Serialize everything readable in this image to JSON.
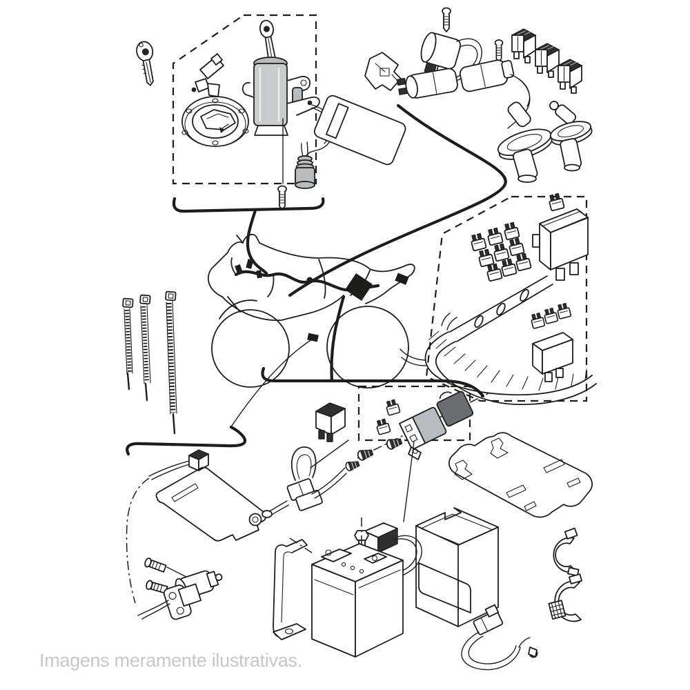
{
  "page": {
    "background_color": "#ffffff",
    "caption": {
      "text": "Imagens meramente ilustrativas.",
      "color": "#c5c7c9"
    }
  },
  "diagram": {
    "kind": "exploded-parts-line-illustration",
    "subject": "motorcycle electrical parts kit",
    "ink_color": "#1d1d1b",
    "shade_color": "#b9bcbe",
    "dark_fill_color": "#2f2f2f",
    "parts": [
      {
        "id": "spare-key",
        "label": "spare key"
      },
      {
        "id": "lock-set-callout",
        "label": "lock set dashed callout box"
      },
      {
        "id": "seat-lock",
        "label": "seat lock"
      },
      {
        "id": "fuel-filler-cap",
        "label": "fuel filler cap"
      },
      {
        "id": "ignition-switch",
        "label": "ignition switch with key"
      },
      {
        "id": "resistor-plug",
        "label": "resistor plug"
      },
      {
        "id": "screw",
        "label": "screw"
      },
      {
        "id": "coil-bracket",
        "label": "coil bracket"
      },
      {
        "id": "ignition-coils",
        "label": "ignition coils"
      },
      {
        "id": "relays",
        "label": "relays"
      },
      {
        "id": "spark-plug-caps",
        "label": "spark plug caps"
      },
      {
        "id": "label-plate",
        "label": "label plate"
      },
      {
        "id": "fuse-box-callout",
        "label": "fuse box dashed callout box"
      },
      {
        "id": "blade-fuses",
        "label": "blade fuses"
      },
      {
        "id": "main-fuse-box",
        "label": "main fuse box"
      },
      {
        "id": "sub-fuse-holder",
        "label": "sub fuse holder"
      },
      {
        "id": "wiring-harness",
        "label": "wiring harness"
      },
      {
        "id": "motorcycle",
        "label": "motorcycle outline"
      },
      {
        "id": "cable-ties",
        "label": "cable ties"
      },
      {
        "id": "relay-callout",
        "label": "relay assembly dashed callout box"
      },
      {
        "id": "starter-relay",
        "label": "starter relay assembly"
      },
      {
        "id": "rubber-mounts",
        "label": "rubber mount bolts"
      },
      {
        "id": "flasher-relay",
        "label": "flasher relay"
      },
      {
        "id": "battery-mat",
        "label": "battery mat"
      },
      {
        "id": "solenoid-switch",
        "label": "solenoid switch with screws"
      },
      {
        "id": "starter-cable",
        "label": "starter cable with ring terminal"
      },
      {
        "id": "diode-lead",
        "label": "diode wire lead"
      },
      {
        "id": "battery-strap",
        "label": "battery strap"
      },
      {
        "id": "battery",
        "label": "battery"
      },
      {
        "id": "battery-box",
        "label": "battery box"
      },
      {
        "id": "ground-cable",
        "label": "ground cable"
      },
      {
        "id": "cable-clamps",
        "label": "cable clamps"
      },
      {
        "id": "mounting-plate",
        "label": "mounting plate"
      }
    ]
  }
}
